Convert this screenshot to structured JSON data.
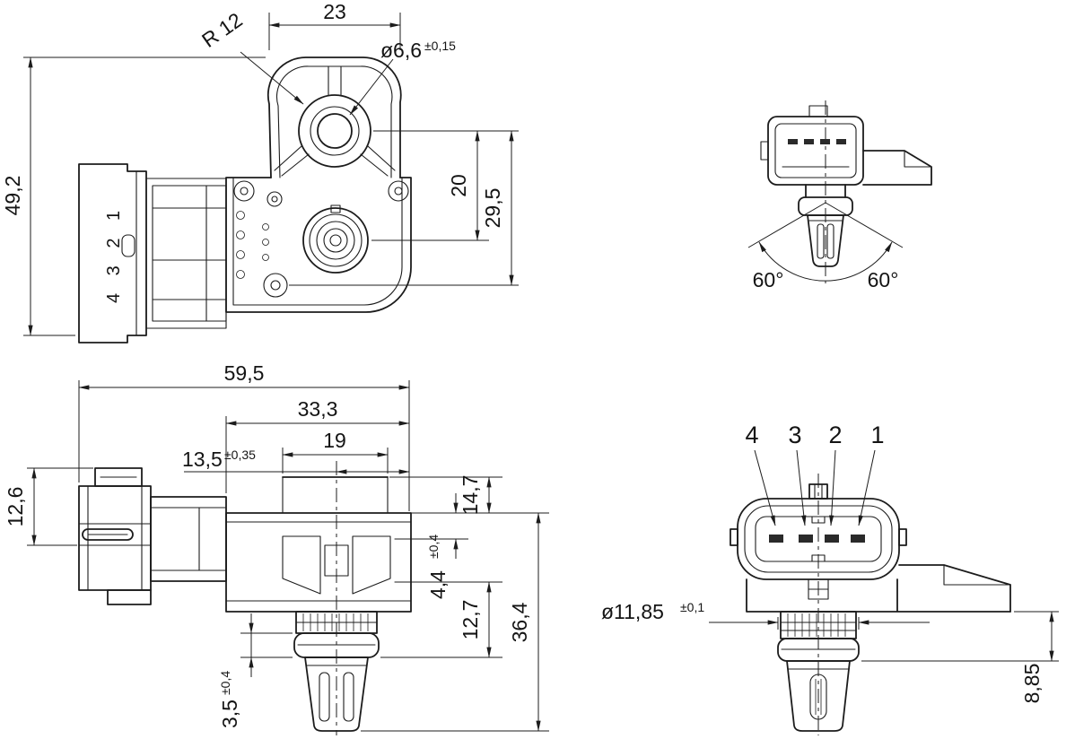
{
  "colors": {
    "line": "#1c1c1c",
    "background": "#ffffff"
  },
  "top_view": {
    "dim_width": "23",
    "dim_radius": "R 12",
    "dim_hole": "ø6,6",
    "dim_hole_tol": "±0,15",
    "dim_height": "49,2",
    "dim_hole_to_port": "20",
    "dim_hole_to_screw": "29,5",
    "pin_numbers": "4 3 2 1"
  },
  "side_view": {
    "angle_left": "60°",
    "angle_right": "60°"
  },
  "front_view": {
    "dim_overall_width": "59,5",
    "dim_body_width": "33,3",
    "dim_flange_width": "19",
    "dim_port_offset": "13,5",
    "dim_port_offset_tol": "±0,35",
    "dim_connector_height": "12,6",
    "dim_flange_height": "14,7",
    "dim_step": "4,4",
    "dim_step_tol": "±0,4",
    "dim_port_height": "12,7",
    "dim_overall_height": "36,4",
    "dim_barb": "3,5",
    "dim_barb_tol": "±0,4"
  },
  "connector_view": {
    "pins": [
      "4",
      "3",
      "2",
      "1"
    ],
    "dim_barb_dia": "ø11,85",
    "dim_barb_dia_tol": "±0,1",
    "dim_collar_height": "8,85"
  }
}
